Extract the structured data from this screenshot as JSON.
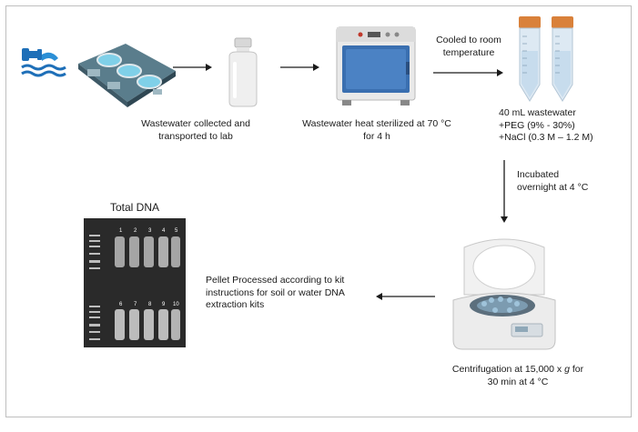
{
  "steps": {
    "collect": {
      "line1": "Wastewater collected and",
      "line2": "transported to lab"
    },
    "sterilize": {
      "line1": "Wastewater heat sterilized at 70 °C",
      "line2": "for 4 h"
    },
    "cool": {
      "line1": "Cooled to room",
      "line2": "temperature"
    },
    "mix": {
      "line1": "40 mL wastewater",
      "line2": "+PEG (9% - 30%)",
      "line3": "+NaCl (0.3 M – 1.2 M)"
    },
    "incubate": {
      "line1": "Incubated",
      "line2": "overnight at 4 °C"
    },
    "centrifuge": {
      "line1_pre": "Centrifugation at 15,000 x ",
      "line1_g": "g",
      "line1_post": " for",
      "line2": "30 min at  4 °C"
    },
    "process": {
      "line1": "Pellet Processed according to kit",
      "line2": "instructions for soil or water DNA",
      "line3": "extraction kits"
    },
    "dna": {
      "title": "Total DNA"
    }
  },
  "gel": {
    "top_lanes": [
      "1",
      "2",
      "3",
      "4",
      "5"
    ],
    "bottom_lanes": [
      "6",
      "7",
      "8",
      "9",
      "10"
    ]
  },
  "colors": {
    "accent_blue": "#3a6fb0",
    "orange_cap": "#d9813a",
    "gel_bg": "#2a2a2a",
    "water_blue": "#2b8fd6"
  }
}
